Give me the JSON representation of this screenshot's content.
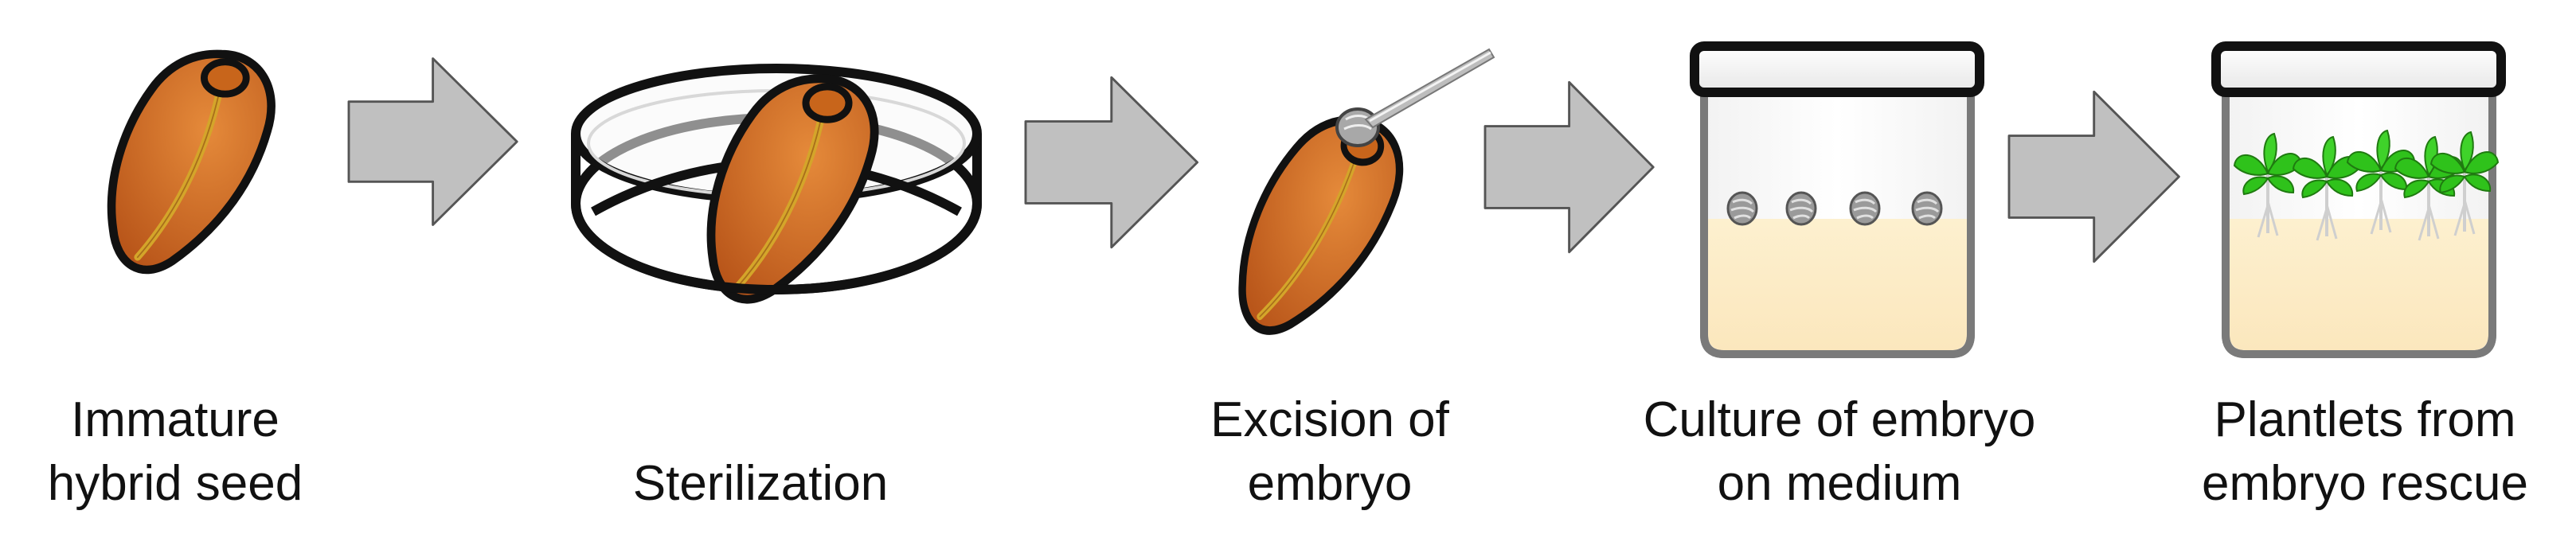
{
  "steps": [
    {
      "line1": "Immature",
      "line2": "hybrid seed"
    },
    {
      "line1": "Sterilization",
      "line2": ""
    },
    {
      "line1": "Excision of",
      "line2": "embryo"
    },
    {
      "line1": "Culture of embryo",
      "line2": "on medium"
    },
    {
      "line1": "Plantlets from",
      "line2": "embryo rescue"
    }
  ],
  "colors": {
    "seed_fill": "#c8651b",
    "seed_stripe": "#d4a52a",
    "arrow_fill": "#c0c0c0",
    "medium_fill": "#fdf0cf",
    "jar_stroke": "#7a7a7a",
    "leaf_green": "#2fc21b",
    "outline": "#111111"
  },
  "icons": [
    "seed-icon",
    "petri-dish-icon",
    "excised-seed-icon",
    "culture-jar-icon",
    "plantlet-jar-icon",
    "arrow-right-icon"
  ]
}
